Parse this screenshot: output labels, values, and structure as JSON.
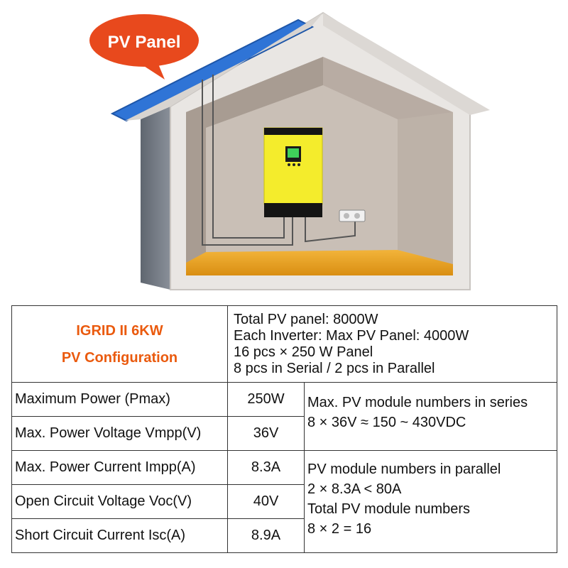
{
  "callout": {
    "label": "PV Panel",
    "color": "#e8491d"
  },
  "brand_colors": {
    "accent": "#ea5a0e",
    "inverter_body": "#f4ec2c",
    "roof_panel": "#2f74d6",
    "floor": "#e8a928"
  },
  "config": {
    "title_line1": "IGRID II 6KW",
    "title_line2": "PV Configuration",
    "info": [
      "Total PV panel: 8000W",
      "Each Inverter: Max PV Panel: 4000W",
      "16 pcs × 250 W Panel",
      "8 pcs in Serial / 2 pcs in Parallel"
    ]
  },
  "specs": [
    {
      "label": "Maximum Power (Pmax)",
      "value": "250W"
    },
    {
      "label": "Max. Power Voltage Vmpp(V)",
      "value": "36V"
    },
    {
      "label": "Max. Power Current Impp(A)",
      "value": "8.3A"
    },
    {
      "label": "Open Circuit Voltage Voc(V)",
      "value": "40V"
    },
    {
      "label": "Short Circuit Current Isc(A)",
      "value": "8.9A"
    }
  ],
  "notes": {
    "series": [
      "Max. PV module numbers in series",
      "8 × 36V ≈ 150 ~ 430VDC"
    ],
    "parallel": [
      "PV module numbers in parallel",
      "2 × 8.3A < 80A",
      "Total PV module numbers",
      "8 × 2 = 16"
    ]
  }
}
